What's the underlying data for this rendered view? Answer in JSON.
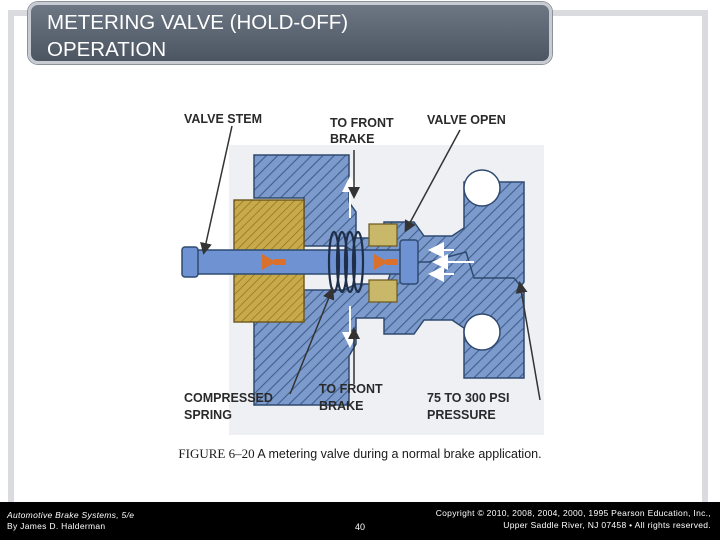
{
  "slide": {
    "title": "METERING VALVE (HOLD-OFF)\nOPERATION"
  },
  "figure": {
    "labels": {
      "valve_stem": "VALVE STEM",
      "to_front_brake_top_1": "TO FRONT",
      "to_front_brake_top_2": "BRAKE",
      "valve_open": "VALVE OPEN",
      "compressed_spring_1": "COMPRESSED",
      "compressed_spring_2": "SPRING",
      "to_front_brake_bottom_1": "TO FRONT",
      "to_front_brake_bottom_2": "BRAKE",
      "pressure_1": "75 TO 300 PSI",
      "pressure_2": "PRESSURE"
    },
    "colors": {
      "body": "#6f8fbf",
      "stem": "#5b7fc0",
      "seal": "#c9aa4a",
      "arrow": "#d9702c",
      "hatch": "#3f5f8f"
    }
  },
  "caption": {
    "figure_number": "FIGURE 6–20",
    "text": " A metering valve during a normal brake application."
  },
  "footer": {
    "book_title": "Automotive Brake Systems, 5/e",
    "author": "By James D. Halderman",
    "page_number": "40",
    "copyright_line1": "Copyright © 2010, 2008, 2004, 2000, 1995 Pearson Education, Inc.,",
    "copyright_line2": "Upper Saddle River, NJ 07458 • All rights reserved."
  }
}
